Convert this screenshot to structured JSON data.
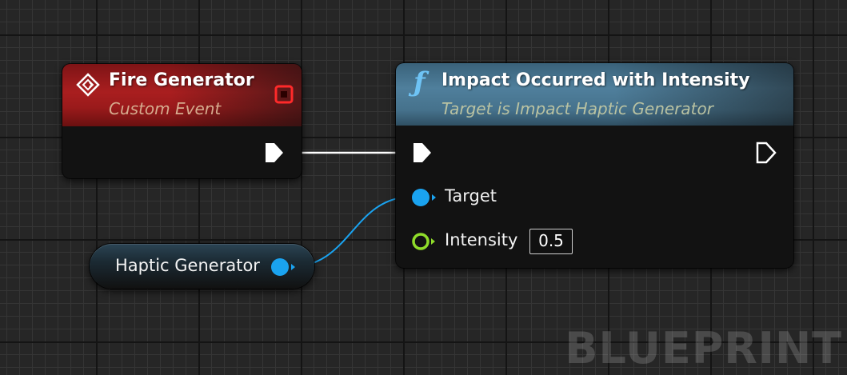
{
  "graph": {
    "watermark": "BLUEPRINT"
  },
  "nodes": {
    "fire_generator": {
      "title": "Fire Generator",
      "subtitle": "Custom Event",
      "icon": "event-diamond-icon",
      "delegate_icon": "delegate-pin-icon",
      "exec_out_icon": "exec-pin-icon"
    },
    "impact_occurred": {
      "title": "Impact Occurred with Intensity",
      "subtitle": "Target is Impact Haptic Generator",
      "icon": "function-icon",
      "pins": {
        "exec_in_icon": "exec-pin-icon",
        "exec_out_icon": "exec-pin-icon",
        "target_label": "Target",
        "intensity_label": "Intensity",
        "intensity_value": "0.5"
      }
    },
    "haptic_generator": {
      "label": "Haptic Generator",
      "pin_icon": "object-pin-icon"
    }
  },
  "colors": {
    "event_header": "#a91e1f",
    "function_header": "#4f7f9c",
    "object_pin": "#1aa3f0",
    "float_pin": "#8fdc2a",
    "exec_pin": "#ffffff",
    "delegate_pin": "#ff2a2a",
    "canvas": "#262626"
  }
}
